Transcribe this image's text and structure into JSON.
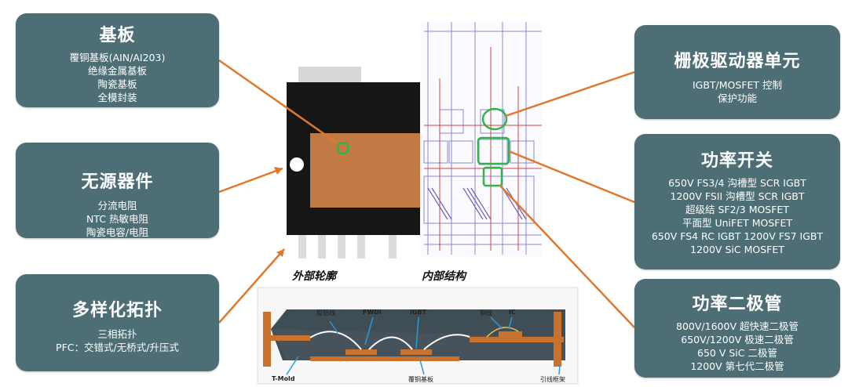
{
  "cards": {
    "substrate": {
      "title": "基板",
      "lines": [
        "覆铜基板(AIN/AI203)",
        "绝缘金属基板",
        "陶瓷基板",
        "全模封装"
      ]
    },
    "passive": {
      "title": "无源器件",
      "lines": [
        "分流电阻",
        "NTC 热敏电阻",
        "陶瓷电容/电阻"
      ]
    },
    "topology": {
      "title": "多样化拓扑",
      "lines": [
        "三相拓扑",
        "PFC：交错式/无桥式/升压式"
      ]
    },
    "gate_driver": {
      "title": "栅极驱动器单元",
      "lines": [
        "IGBT/MOSFET 控制",
        "保护功能"
      ]
    },
    "power_switch": {
      "title": "功率开关",
      "lines": [
        "650V FS3/4 沟槽型 SCR IGBT",
        "1200V FSII 沟槽型 SCR IGBT",
        "超级结 SF2/3 MOSFET",
        "平面型 UniFET MOSFET",
        "650V FS4 RC IGBT 1200V FS7 IGBT",
        "1200V SiC MOSFET"
      ]
    },
    "power_diode": {
      "title": "功率二极管",
      "lines": [
        "800V/1600V 超快速二极管",
        "650V/1200V 极速二极管",
        "650 V SiC 二极管",
        "1200V 第七代二极管"
      ]
    }
  },
  "captions": {
    "outer": "外部轮廓",
    "inner": "内部结构"
  },
  "cross_section": {
    "labels": {
      "bond_wire_thick": "粗铝线",
      "fwdi": "FWDI",
      "igbt": "IGBT",
      "copper_wire": "铜线",
      "ic": "IC",
      "tmold": "T-Mold",
      "dbc": "覆铜基板",
      "leadframe": "引线框架"
    }
  },
  "colors": {
    "card_bg": "#4e6e76",
    "arrow": "#e0782c",
    "highlight": "#2db34a",
    "copper": "#c8722e",
    "mold": "#1a1a1a"
  }
}
